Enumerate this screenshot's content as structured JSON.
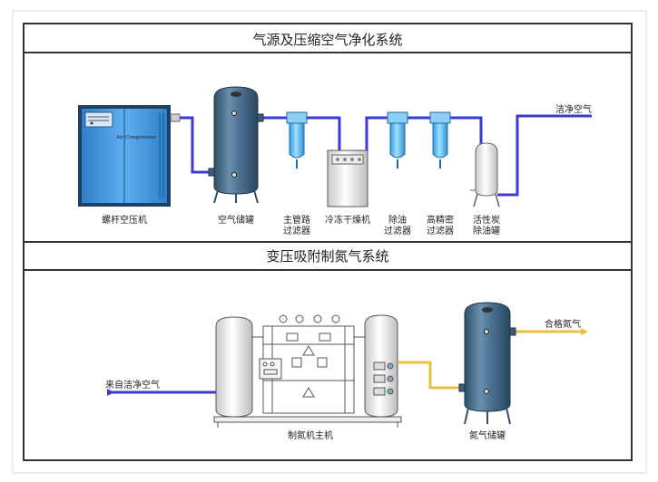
{
  "section1": {
    "title": "气源及压缩空气净化系统",
    "compressor_plate": "Air Compressor",
    "labels": {
      "compressor": "螺杆空压机",
      "air_tank": "空气储罐",
      "main_filter_1": "主管路",
      "main_filter_2": "过滤器",
      "dryer": "冷冻干燥机",
      "oil_filter_1": "除油",
      "oil_filter_2": "过滤器",
      "precision_filter_1": "高精密",
      "precision_filter_2": "过滤器",
      "carbon_tank_1": "活性炭",
      "carbon_tank_2": "除油罐",
      "clean_air_out": "洁净空气"
    }
  },
  "section2": {
    "title": "变压吸附制氮气系统",
    "labels": {
      "clean_air_in": "来自洁净空气",
      "generator": "制氮机主机",
      "nitrogen_tank": "氮气储罐",
      "nitrogen_out": "合格氮气"
    }
  },
  "colors": {
    "frame": "#333333",
    "air_pipe": "#3a3ad6",
    "nitrogen_pipe": "#e8c23c",
    "tank_body": "#4a7090",
    "filter_cyan": "#5fc0f0",
    "compressor_blue": "#3a8fd8"
  }
}
